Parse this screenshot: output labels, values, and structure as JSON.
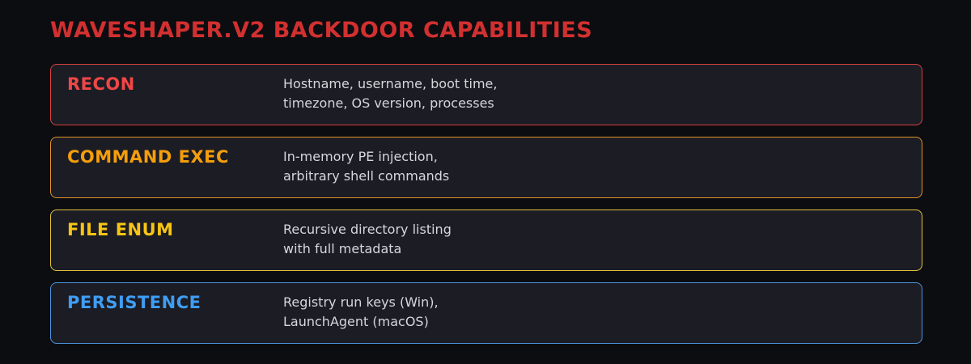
{
  "title": "WAVESHAPER.V2 BACKDOOR CAPABILITIES",
  "colors": {
    "background": "#0c0d11",
    "card_background": "#1b1c24",
    "title": "#d23030",
    "description_text": "#d6d7db"
  },
  "cards": [
    {
      "label": "RECON",
      "description": "Hostname, username, boot time,\ntimezone, OS version, processes",
      "accent": "#f04747",
      "border": "#d84040"
    },
    {
      "label": "COMMAND EXEC",
      "description": "In-memory PE injection,\narbitrary shell commands",
      "accent": "#f59e0b",
      "border": "#e0912a"
    },
    {
      "label": "FILE ENUM",
      "description": "Recursive directory listing\nwith full metadata",
      "accent": "#f8c514",
      "border": "#e3c23e"
    },
    {
      "label": "PERSISTENCE",
      "description": "Registry run keys (Win),\nLaunchAgent (macOS)",
      "accent": "#3f9df4",
      "border": "#4e93dc"
    }
  ]
}
